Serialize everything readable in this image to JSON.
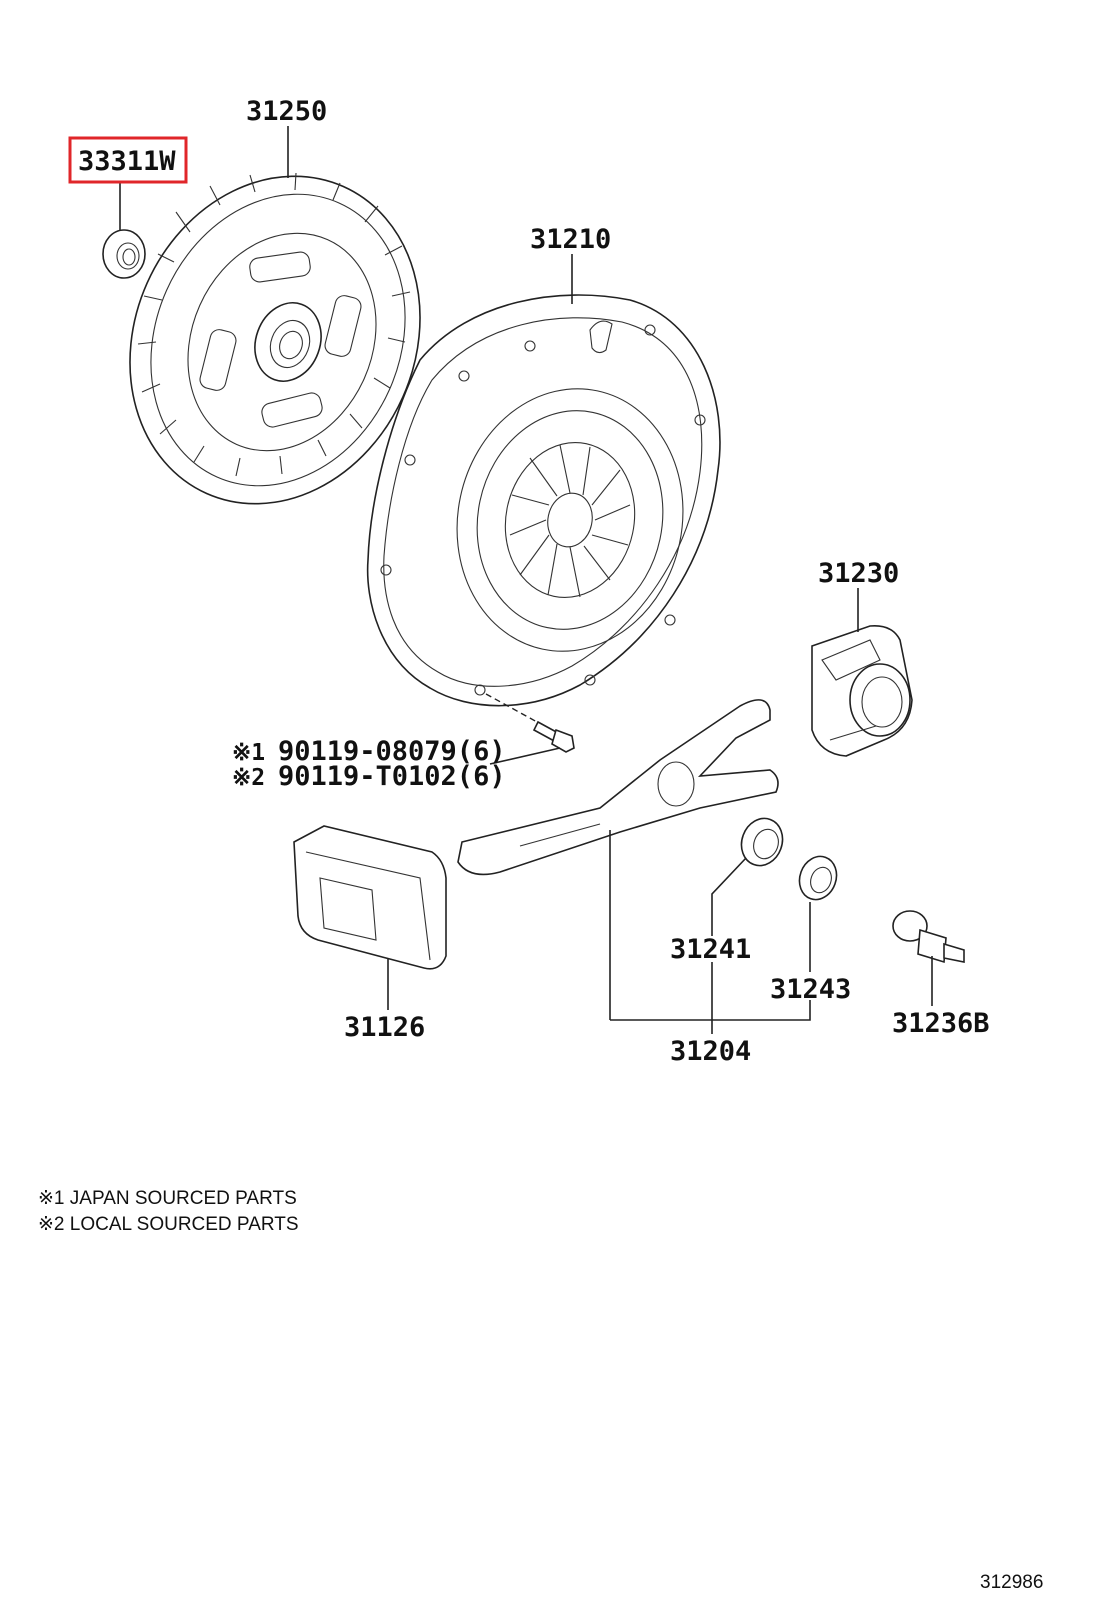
{
  "diagram": {
    "parts": {
      "p33311w": "33311W",
      "p31250": "31250",
      "p31210": "31210",
      "p31230": "31230",
      "p31241": "31241",
      "p31243": "31243",
      "p31236b": "31236B",
      "p31126": "31126",
      "p31204": "31204"
    },
    "bolt_refs": [
      {
        "mark": "※1",
        "text": "90119-08079(6)"
      },
      {
        "mark": "※2",
        "text": "90119-T0102(6)"
      }
    ],
    "notes": [
      "※1 JAPAN SOURCED PARTS",
      "※2 LOCAL SOURCED PARTS"
    ],
    "figure_number": "312986",
    "highlighted_part": "33311W",
    "highlight_color": "#e0262a"
  }
}
